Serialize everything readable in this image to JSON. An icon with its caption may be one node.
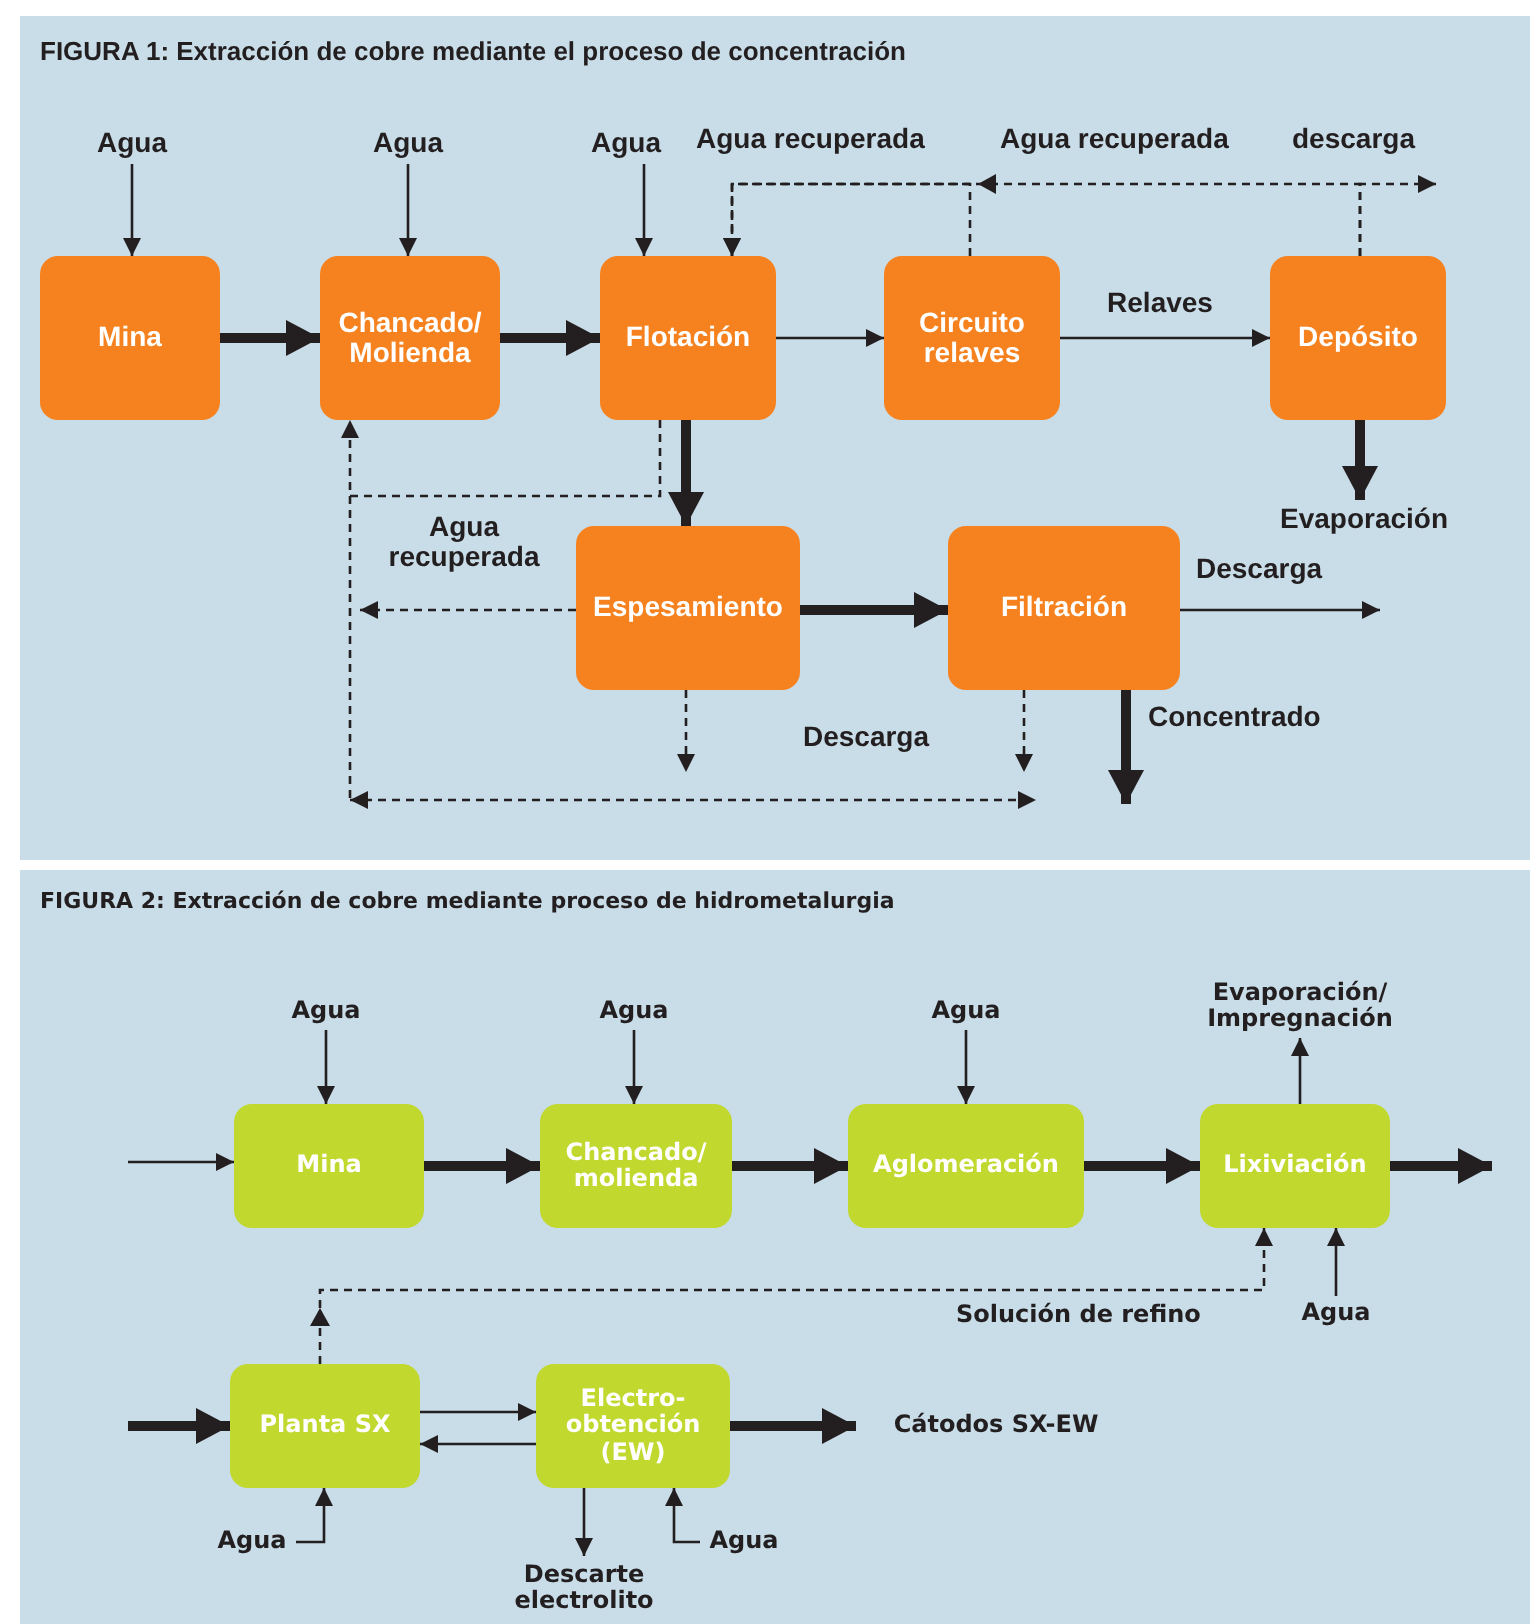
{
  "diagram": {
    "nodes": [
      {
        "text": [
          "FIGURA 1: Extracción de cobre mediante el proceso de concentración"
        ]
      },
      {
        "text": [
          "Agua"
        ],
        "in": 0
      },
      {
        "text": [
          "Agua"
        ],
        "in": 0
      },
      {
        "text": [
          "Agua"
        ],
        "in": 0
      },
      {
        "text": [
          "Mina"
        ],
        "in": 0
      },
      {
        "text": [
          "Chancado/ Molienda"
        ],
        "in": 0
      },
      {
        "text": [
          "Flotación"
        ],
        "in": 0
      },
      {
        "text": [
          "Circuito relaves"
        ],
        "in": 0
      },
      {
        "text": [
          "Depósito"
        ],
        "in": 0
      },
      {
        "text": [
          "Evaporación"
        ],
        "in": 0
      },
      {
        "text": [
          "Espesamiento"
        ],
        "in": 0
      },
      {
        "text": [
          "Filtración"
        ],
        "in": 0
      },
      {
        "text": [
          "FIGURA 2: Extracción de cobre mediante proceso de hidrometalurgia"
        ]
      },
      {
        "text": [
          "Agua"
        ],
        "in": 12
      },
      {
        "text": [
          "Agua"
        ],
        "in": 12
      },
      {
        "text": [
          "Agua"
        ],
        "in": 12
      },
      {
        "text": [
          "Evaporación/ Impregnación"
        ],
        "in": 12
      },
      {
        "text": [
          "Mina"
        ],
        "in": 12
      },
      {
        "text": [
          "Chancado/ molienda"
        ],
        "in": 12
      },
      {
        "text": [
          "Aglomeración"
        ],
        "in": 12
      },
      {
        "text": [
          "Lixiviación"
        ],
        "in": 12
      },
      {
        "text": [
          "Agua"
        ],
        "in": 12
      },
      {
        "text": [
          "Planta SX"
        ],
        "in": 12
      },
      {
        "text": [
          "Electro- obtención (EW)"
        ],
        "in": 12
      },
      {
        "text": [
          "Cátodos SX-EW"
        ],
        "in": 12
      },
      {
        "text": [
          "Agua"
        ],
        "in": 12
      },
      {
        "text": [
          "Descarte electrolito"
        ],
        "in": 12
      },
      {
        "text": [
          "Agua"
        ],
        "in": 12
      }
    ],
    "edges": [
      {
        "from": 1,
        "to": 4,
        "arrow": "to"
      },
      {
        "from": 2,
        "to": 5,
        "arrow": "to"
      },
      {
        "from": 3,
        "to": 6,
        "arrow": "to"
      },
      {
        "from": 4,
        "to": 5,
        "arrow": "to",
        "style": "thick"
      },
      {
        "from": 5,
        "to": 6,
        "arrow": "to",
        "style": "thick"
      },
      {
        "from": 6,
        "to": 7,
        "arrow": "to"
      },
      {
        "from": 7,
        "to": 8,
        "arrow": "to",
        "label": "Relaves"
      },
      {
        "from": 7,
        "to": 6,
        "arrow": "to",
        "style": "dashed",
        "label": "Agua recuperada"
      },
      {
        "from": 8,
        "to": 6,
        "arrow": "to",
        "style": "dashed",
        "label": "Agua recuperada"
      },
      {
        "from": 8,
        "to": null,
        "arrow": "to",
        "style": "dashed",
        "label": "descarga"
      },
      {
        "from": 8,
        "to": 9,
        "arrow": "to",
        "style": "thick"
      },
      {
        "from": 6,
        "to": 10,
        "arrow": "to",
        "style": "thick"
      },
      {
        "from": 6,
        "to": 5,
        "arrow": "to",
        "style": "dashed"
      },
      {
        "from": 10,
        "to": null,
        "arrow": "to",
        "style": "dashed",
        "label": "Agua recuperada"
      },
      {
        "from": 10,
        "to": null,
        "arrow": "to",
        "style": "dashed"
      },
      {
        "from": 10,
        "to": 11,
        "arrow": "to",
        "style": "thick"
      },
      {
        "from": 11,
        "to": null,
        "arrow": "to",
        "style": "dashed"
      },
      {
        "from": 11,
        "to": null,
        "arrow": "to",
        "label": "Descarga"
      },
      {
        "from": 11,
        "to": null,
        "arrow": "to",
        "style": "thick",
        "label": "Concentrado"
      },
      {
        "from": null,
        "to": 17,
        "arrow": "to"
      },
      {
        "from": 17,
        "to": 18,
        "arrow": "to",
        "style": "thick"
      },
      {
        "from": 18,
        "to": 19,
        "arrow": "to",
        "style": "thick"
      },
      {
        "from": 19,
        "to": 20,
        "arrow": "to",
        "style": "thick"
      },
      {
        "from": 20,
        "to": null,
        "arrow": "to",
        "style": "thick"
      },
      {
        "from": 13,
        "to": 17,
        "arrow": "to"
      },
      {
        "from": 14,
        "to": 18,
        "arrow": "to"
      },
      {
        "from": 15,
        "to": 19,
        "arrow": "to"
      },
      {
        "from": 20,
        "to": 16,
        "arrow": "to"
      },
      {
        "from": 22,
        "to": 20,
        "arrow": "to",
        "style": "dashed",
        "label": "Solución de refino"
      },
      {
        "from": 21,
        "to": 20,
        "arrow": "to"
      },
      {
        "from": null,
        "to": 22,
        "arrow": "to",
        "style": "thick"
      },
      {
        "from": 22,
        "to": 23,
        "arrow": "to"
      },
      {
        "from": 23,
        "to": 22,
        "arrow": "to"
      },
      {
        "from": 23,
        "to": 24,
        "arrow": "to",
        "style": "thick"
      },
      {
        "from": 25,
        "to": 22,
        "arrow": "to"
      },
      {
        "from": 23,
        "to": 26,
        "arrow": "to"
      },
      {
        "from": 27,
        "to": 23,
        "arrow": "to"
      }
    ],
    "labels": [
      "Descarga"
    ]
  }
}
